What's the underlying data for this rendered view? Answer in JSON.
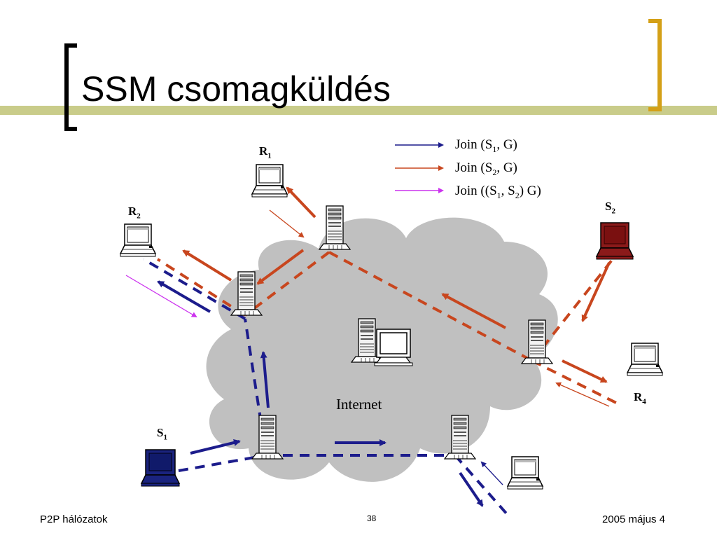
{
  "title": "SSM csomagküldés",
  "footer": {
    "left": "P2P hálózatok",
    "page_number": "38",
    "right": "2005 május 4"
  },
  "cloud_label": "Internet",
  "nodes": {
    "R1": {
      "letter": "R",
      "index": "1"
    },
    "R2": {
      "letter": "R",
      "index": "2"
    },
    "S1": {
      "letter": "S",
      "index": "1"
    },
    "S2": {
      "letter": "S",
      "index": "2"
    },
    "R4": {
      "letter": "R",
      "index": "4"
    }
  },
  "legend": [
    {
      "prefix": "Join (S",
      "sub1": "1",
      "suffix": ", G)",
      "color": "#1c1c8c"
    },
    {
      "prefix": "Join (S",
      "sub1": "2",
      "suffix": ", G)",
      "color": "#c8461e"
    },
    {
      "prefix": "Join ((S",
      "sub1": "1",
      "mid": ", S",
      "sub2": "2",
      "suffix": ") G)",
      "color": "#cc33ee"
    }
  ],
  "colors": {
    "accent_gold": "#d4a017",
    "title_bar": "#c9cc8a",
    "s1_blue": "#1c1c8c",
    "s2_red": "#c8461e",
    "join_purple": "#cc33ee",
    "cloud": "#c0c0c0",
    "source1_fill": "#1a237e",
    "source2_fill": "#8b1a1a"
  }
}
